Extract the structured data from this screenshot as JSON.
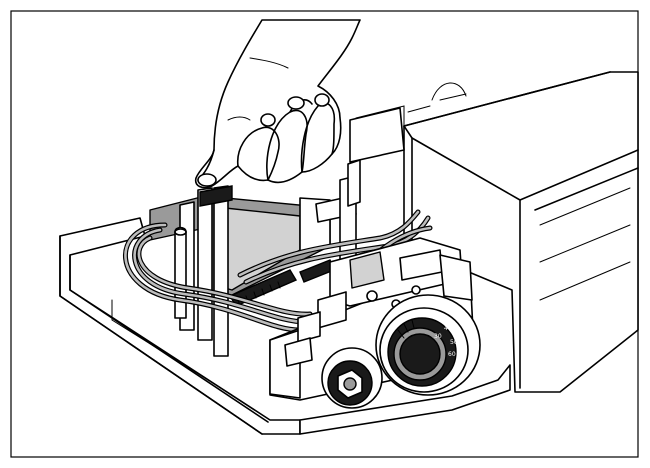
{
  "figure": {
    "background": "#ffffff",
    "line_color": "#000000",
    "shade_light": "#d2d2d2",
    "shade_mid": "#9a9a9a",
    "shade_dark": "#1a1a1a"
  },
  "parts": [
    {
      "name": "hand",
      "icon": "hand-icon"
    },
    {
      "name": "control-housing-tray"
    },
    {
      "name": "circuit-board-insert"
    },
    {
      "name": "wiring-harness"
    },
    {
      "name": "temperature-knob-large"
    },
    {
      "name": "control-knob-small"
    },
    {
      "name": "heat-exchanger-cover"
    }
  ],
  "dial": {
    "scale_labels": [
      "30",
      "40",
      "50",
      "60"
    ]
  }
}
